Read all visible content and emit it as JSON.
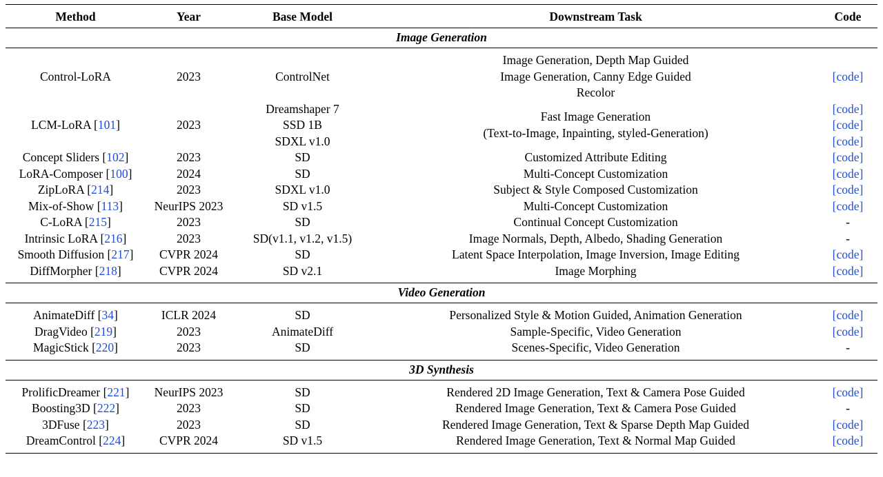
{
  "headers": [
    "Method",
    "Year",
    "Base Model",
    "Downstream Task",
    "Code"
  ],
  "sections": [
    {
      "title": "Image Generation",
      "rows": [
        {
          "method": "Control-LoRA",
          "ref": "",
          "year": "2023",
          "base": [
            "ControlNet"
          ],
          "task": [
            "Image Generation, Depth Map Guided",
            "Image Generation, Canny Edge Guided",
            "Recolor"
          ],
          "code": [
            "[code]"
          ]
        },
        {
          "method": "LCM-LoRA",
          "ref": "101",
          "year": "2023",
          "base": [
            "Dreamshaper 7",
            "SSD 1B",
            "SDXL v1.0"
          ],
          "task": [
            "Fast Image Generation",
            "(Text-to-Image, Inpainting, styled-Generation)"
          ],
          "code": [
            "[code]",
            "[code]",
            "[code]"
          ]
        },
        {
          "method": "Concept Sliders",
          "ref": "102",
          "year": "2023",
          "base": [
            "SD"
          ],
          "task": [
            "Customized Attribute Editing"
          ],
          "code": [
            "[code]"
          ]
        },
        {
          "method": "LoRA-Composer",
          "ref": "100",
          "year": "2024",
          "base": [
            "SD"
          ],
          "task": [
            "Multi-Concept Customization"
          ],
          "code": [
            "[code]"
          ]
        },
        {
          "method": "ZipLoRA",
          "ref": "214",
          "year": "2023",
          "base": [
            "SDXL v1.0"
          ],
          "task": [
            "Subject & Style Composed Customization"
          ],
          "code": [
            "[code]"
          ]
        },
        {
          "method": "Mix-of-Show",
          "ref": "113",
          "year": "NeurIPS 2023",
          "base": [
            "SD v1.5"
          ],
          "task": [
            "Multi-Concept Customization"
          ],
          "code": [
            "[code]"
          ]
        },
        {
          "method": "C-LoRA",
          "ref": "215",
          "year": "2023",
          "base": [
            "SD"
          ],
          "task": [
            "Continual Concept Customization"
          ],
          "code": [
            "-"
          ]
        },
        {
          "method": "Intrinsic LoRA",
          "ref": "216",
          "year": "2023",
          "base": [
            "SD(v1.1, v1.2, v1.5)"
          ],
          "task": [
            "Image Normals, Depth, Albedo, Shading Generation"
          ],
          "code": [
            "-"
          ]
        },
        {
          "method": "Smooth Diffusion",
          "ref": "217",
          "year": "CVPR 2024",
          "base": [
            "SD"
          ],
          "task": [
            "Latent Space Interpolation, Image Inversion, Image Editing"
          ],
          "code": [
            "[code]"
          ]
        },
        {
          "method": "DiffMorpher",
          "ref": "218",
          "year": "CVPR 2024",
          "base": [
            "SD v2.1"
          ],
          "task": [
            "Image Morphing"
          ],
          "code": [
            "[code]"
          ]
        }
      ]
    },
    {
      "title": "Video Generation",
      "rows": [
        {
          "method": "AnimateDiff",
          "ref": "34",
          "year": "ICLR 2024",
          "base": [
            "SD"
          ],
          "task": [
            "Personalized Style & Motion Guided, Animation Generation"
          ],
          "code": [
            "[code]"
          ]
        },
        {
          "method": "DragVideo",
          "ref": "219",
          "year": "2023",
          "base": [
            "AnimateDiff"
          ],
          "task": [
            "Sample-Specific, Video Generation"
          ],
          "code": [
            "[code]"
          ]
        },
        {
          "method": "MagicStick",
          "ref": "220",
          "year": "2023",
          "base": [
            "SD"
          ],
          "task": [
            "Scenes-Specific, Video Generation"
          ],
          "code": [
            "-"
          ]
        }
      ]
    },
    {
      "title": "3D Synthesis",
      "rows": [
        {
          "method": "ProlificDreamer",
          "ref": "221",
          "year": "NeurIPS 2023",
          "base": [
            "SD"
          ],
          "task": [
            "Rendered 2D Image Generation, Text & Camera Pose Guided"
          ],
          "code": [
            "[code]"
          ]
        },
        {
          "method": "Boosting3D",
          "ref": "222",
          "year": "2023",
          "base": [
            "SD"
          ],
          "task": [
            "Rendered Image Generation, Text & Camera Pose Guided"
          ],
          "code": [
            "-"
          ]
        },
        {
          "method": "3DFuse",
          "ref": "223",
          "year": "2023",
          "base": [
            "SD"
          ],
          "task": [
            "Rendered Image Generation, Text & Sparse Depth Map Guided"
          ],
          "code": [
            "[code]"
          ]
        },
        {
          "method": "DreamControl",
          "ref": "224",
          "year": "CVPR 2024",
          "base": [
            "SD v1.5"
          ],
          "task": [
            "Rendered Image Generation, Text & Normal Map Guided"
          ],
          "code": [
            "[code]"
          ]
        }
      ]
    }
  ],
  "colors": {
    "link": "#1f4ed8",
    "text": "#000000"
  }
}
